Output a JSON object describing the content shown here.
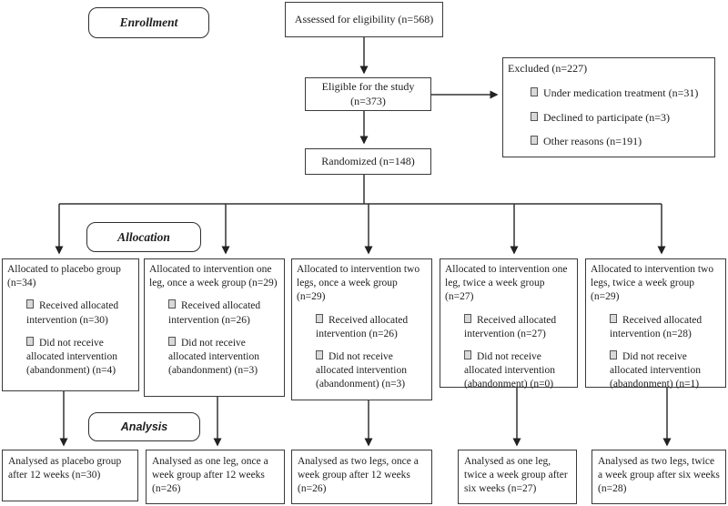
{
  "stages": {
    "enrollment": "Enrollment",
    "allocation": "Allocation",
    "analysis": "Analysis"
  },
  "nodes": {
    "assessed": "Assessed for eligibility (n=568)",
    "eligible_line1": "Eligible for the study",
    "eligible_line2": "(n=373)",
    "randomized": "Randomized (n=148)"
  },
  "excluded": {
    "title": "Excluded (n=227)",
    "items": [
      "Under medication treatment (n=31)",
      "Declined to participate (n=3)",
      "Other reasons (n=191)"
    ]
  },
  "allocation_boxes": [
    {
      "title": "Allocated to placebo group (n=34)",
      "items": [
        "Received allocated intervention (n=30)",
        "Did not receive allocated intervention (abandonment) (n=4)"
      ]
    },
    {
      "title": "Allocated to intervention one leg, once a week group (n=29)",
      "items": [
        "Received allocated intervention (n=26)",
        "Did not receive allocated intervention (abandonment) (n=3)"
      ]
    },
    {
      "title": "Allocated to intervention two legs, once a week group (n=29)",
      "items": [
        "Received allocated intervention (n=26)",
        "Did not receive allocated intervention (abandonment) (n=3)"
      ]
    },
    {
      "title": "Allocated to intervention one leg, twice a week group (n=27)",
      "items": [
        "Received allocated intervention (n=27)",
        "Did not receive allocated intervention (abandonment) (n=0)"
      ]
    },
    {
      "title": "Allocated to intervention two legs, twice a week group (n=29)",
      "items": [
        "Received allocated intervention (n=28)",
        "Did not receive allocated intervention (abandonment) (n=1)"
      ]
    }
  ],
  "analysis_boxes": [
    "Analysed as placebo group after 12 weeks (n=30)",
    "Analysed as one leg, once a week group after 12 weeks (n=26)",
    "Analysed as two legs, once a week group after 12 weeks (n=26)",
    "Analysed as one leg, twice a week group after six weeks (n=27)",
    "Analysed as two legs, twice a week group after six weeks (n=28)"
  ],
  "icons": {
    "bullet": "tofu-square-bullet"
  },
  "colors": {
    "border": "#3a3a3a",
    "text": "#1d1d1d",
    "background": "#ffffff"
  }
}
